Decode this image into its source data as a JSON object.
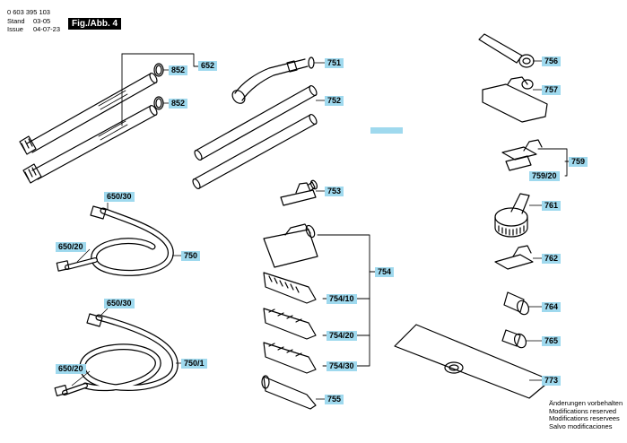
{
  "header": {
    "doc_number": "0 603 395 103",
    "stand_label": "Stand",
    "stand_value": "03-05",
    "issue_label": "Issue",
    "issue_value": "04-07-23",
    "figure_label": "Fig./Abb. 4"
  },
  "callouts": {
    "c652": "652",
    "c852a": "852",
    "c852b": "852",
    "c751": "751",
    "c752": "752",
    "c753": "753",
    "c754": "754",
    "c754_10": "754/10",
    "c754_20": "754/20",
    "c754_30": "754/30",
    "c755": "755",
    "c756": "756",
    "c757": "757",
    "c759": "759",
    "c759_20": "759/20",
    "c761": "761",
    "c762": "762",
    "c764": "764",
    "c765": "765",
    "c773": "773",
    "c750": "750",
    "c750_1": "750/1",
    "c650_30a": "650/30",
    "c650_20a": "650/20",
    "c650_30b": "650/30",
    "c650_20b": "650/20"
  },
  "notes": [
    "Änderungen vorbehalten",
    "Modifications reserved",
    "Modifications reservees",
    "Salvo modificaciones"
  ]
}
